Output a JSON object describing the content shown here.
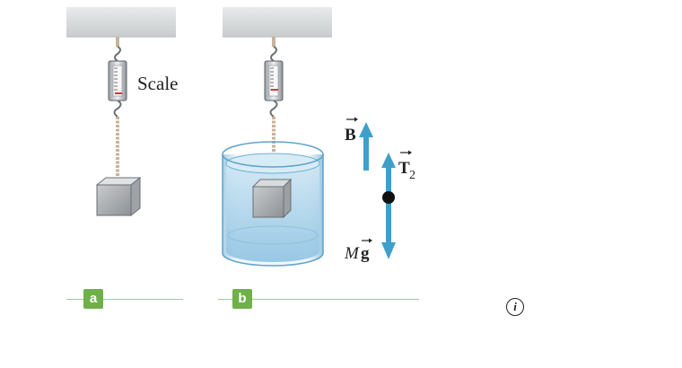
{
  "labels": {
    "scale": "Scale",
    "buoyant_force": "B",
    "tension": "T",
    "tension_subscript": "2",
    "weight_mass": "M",
    "weight_g": "g"
  },
  "panels": [
    {
      "tag": "a"
    },
    {
      "tag": "b"
    }
  ],
  "info_button": {
    "glyph": "i"
  },
  "colors": {
    "ceiling": "#dcdedf",
    "water": "#a9d3ea",
    "arrow": "#3f9fcb",
    "rope": "#c9b39a",
    "panel_tag": "#6fb04b",
    "divider": "#9fd08a"
  }
}
